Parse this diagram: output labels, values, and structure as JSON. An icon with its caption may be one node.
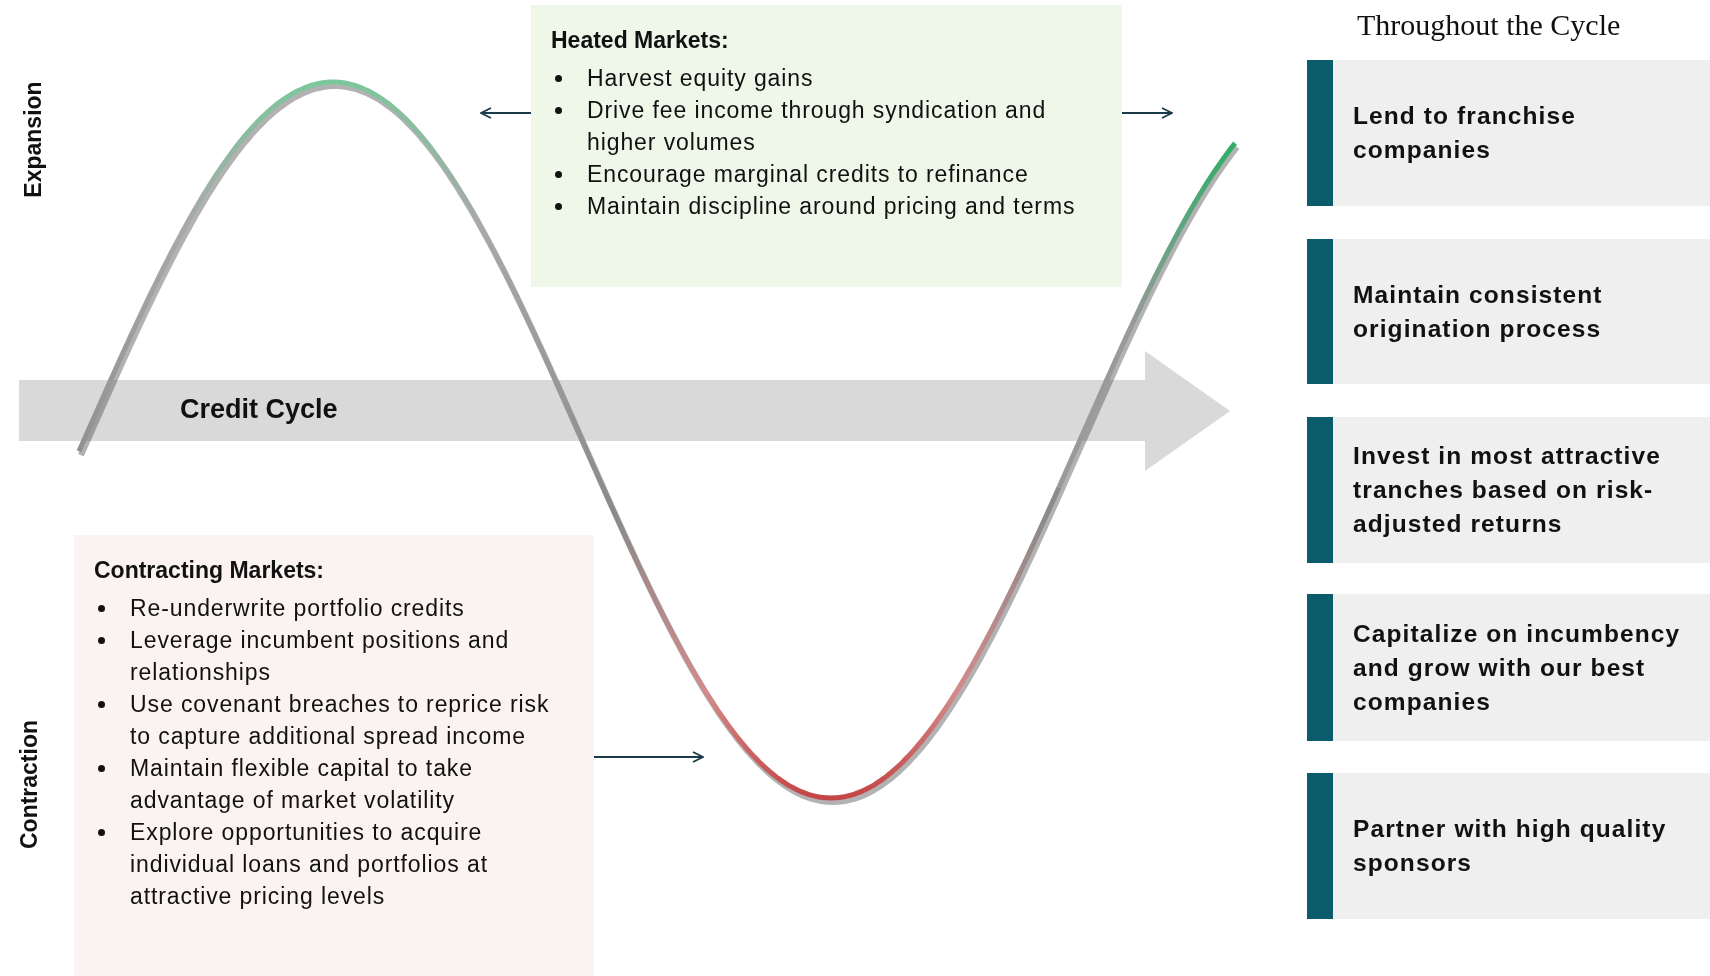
{
  "diagram": {
    "nodes": [
      {
        "text": [
          "Heated Markets:",
          "Harvest equity gains",
          "Drive fee income through syndication and higher volumes",
          "Encourage marginal credits to refinance",
          "Maintain discipline around pricing and terms"
        ]
      },
      {
        "text": [
          "Contracting Markets:",
          "Re-underwrite portfolio credits",
          "Leverage incumbent positions and relationships",
          "Use covenant breaches to reprice risk  to capture additional spread income",
          "Maintain flexible capital to take advantage of market volatility",
          "Explore opportunities to acquire individual loans and portfolios at attractive pricing levels"
        ]
      },
      {
        "text": [
          "Credit Cycle"
        ]
      },
      {
        "text": [
          "Lend to franchise companies"
        ]
      },
      {
        "text": [
          "Maintain consistent origination process"
        ]
      },
      {
        "text": [
          "Invest in most attractive tranches based on risk-adjusted returns"
        ]
      },
      {
        "text": [
          "Capitalize on incumbency and grow with our best companies"
        ]
      },
      {
        "text": [
          "Partner with high quality sponsors"
        ]
      }
    ],
    "edges": [
      {
        "from": 0,
        "to": null,
        "arrow": "to"
      },
      {
        "from": 0,
        "to": null,
        "arrow": "to"
      },
      {
        "from": 1,
        "to": null,
        "arrow": "to"
      }
    ],
    "labels": [
      "Throughout the Cycle",
      "Expansion",
      "Contraction"
    ]
  }
}
